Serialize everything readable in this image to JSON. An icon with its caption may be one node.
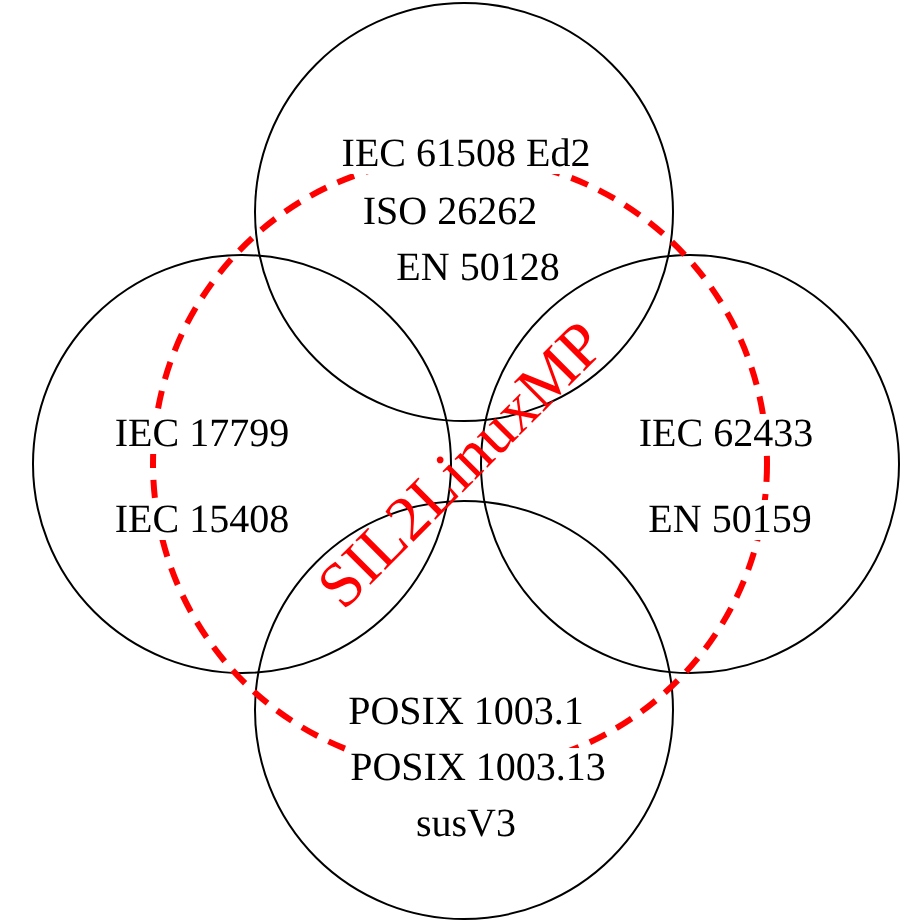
{
  "diagram": {
    "nodes": [
      {
        "text": [
          "IEC 61508 Ed2",
          "ISO 26262",
          "EN 50128"
        ]
      },
      {
        "text": [
          "IEC 17799",
          "IEC 15408"
        ]
      },
      {
        "text": [
          "IEC 62433",
          "EN 50159"
        ]
      },
      {
        "text": [
          "POSIX 1003.1",
          "POSIX 1003.13",
          "susV3"
        ]
      },
      {
        "text": [
          "SIL2LinuxMP"
        ]
      }
    ]
  }
}
